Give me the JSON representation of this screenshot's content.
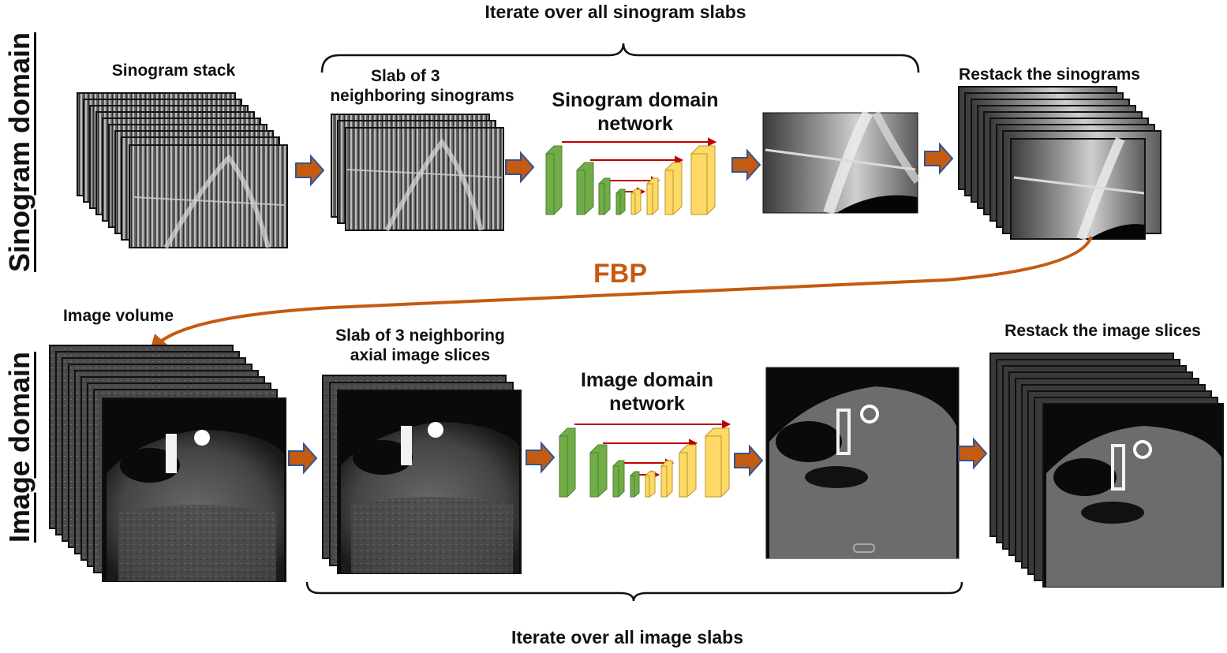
{
  "domain_labels": {
    "sinogram": "Sinogram domain",
    "image": "Image domain"
  },
  "top_row": {
    "iterate_label": "Iterate over all sinogram slabs",
    "stack_label": "Sinogram stack",
    "slab_label_line1": "Slab of 3",
    "slab_label_line2": "neighboring sinograms",
    "network_label_line1": "Sinogram domain",
    "network_label_line2": "network",
    "restack_label": "Restack the sinograms"
  },
  "transition": {
    "label": "FBP"
  },
  "bottom_row": {
    "volume_label": "Image volume",
    "slab_label_line1": "Slab of 3 neighboring",
    "slab_label_line2": "axial image slices",
    "network_label_line1": "Image domain",
    "network_label_line2": "network",
    "restack_label": "Restack the image slices",
    "iterate_label": "Iterate over all image slabs"
  },
  "colors": {
    "arrow_fill": "#C55A11",
    "arrow_outline": "#2F5597",
    "encoder": "#70AD47",
    "decoder": "#FFD966",
    "skip": "#C00000"
  },
  "icons": [
    "block-arrow-icon",
    "unet-icon",
    "curly-brace-icon",
    "curved-arrow-icon"
  ]
}
